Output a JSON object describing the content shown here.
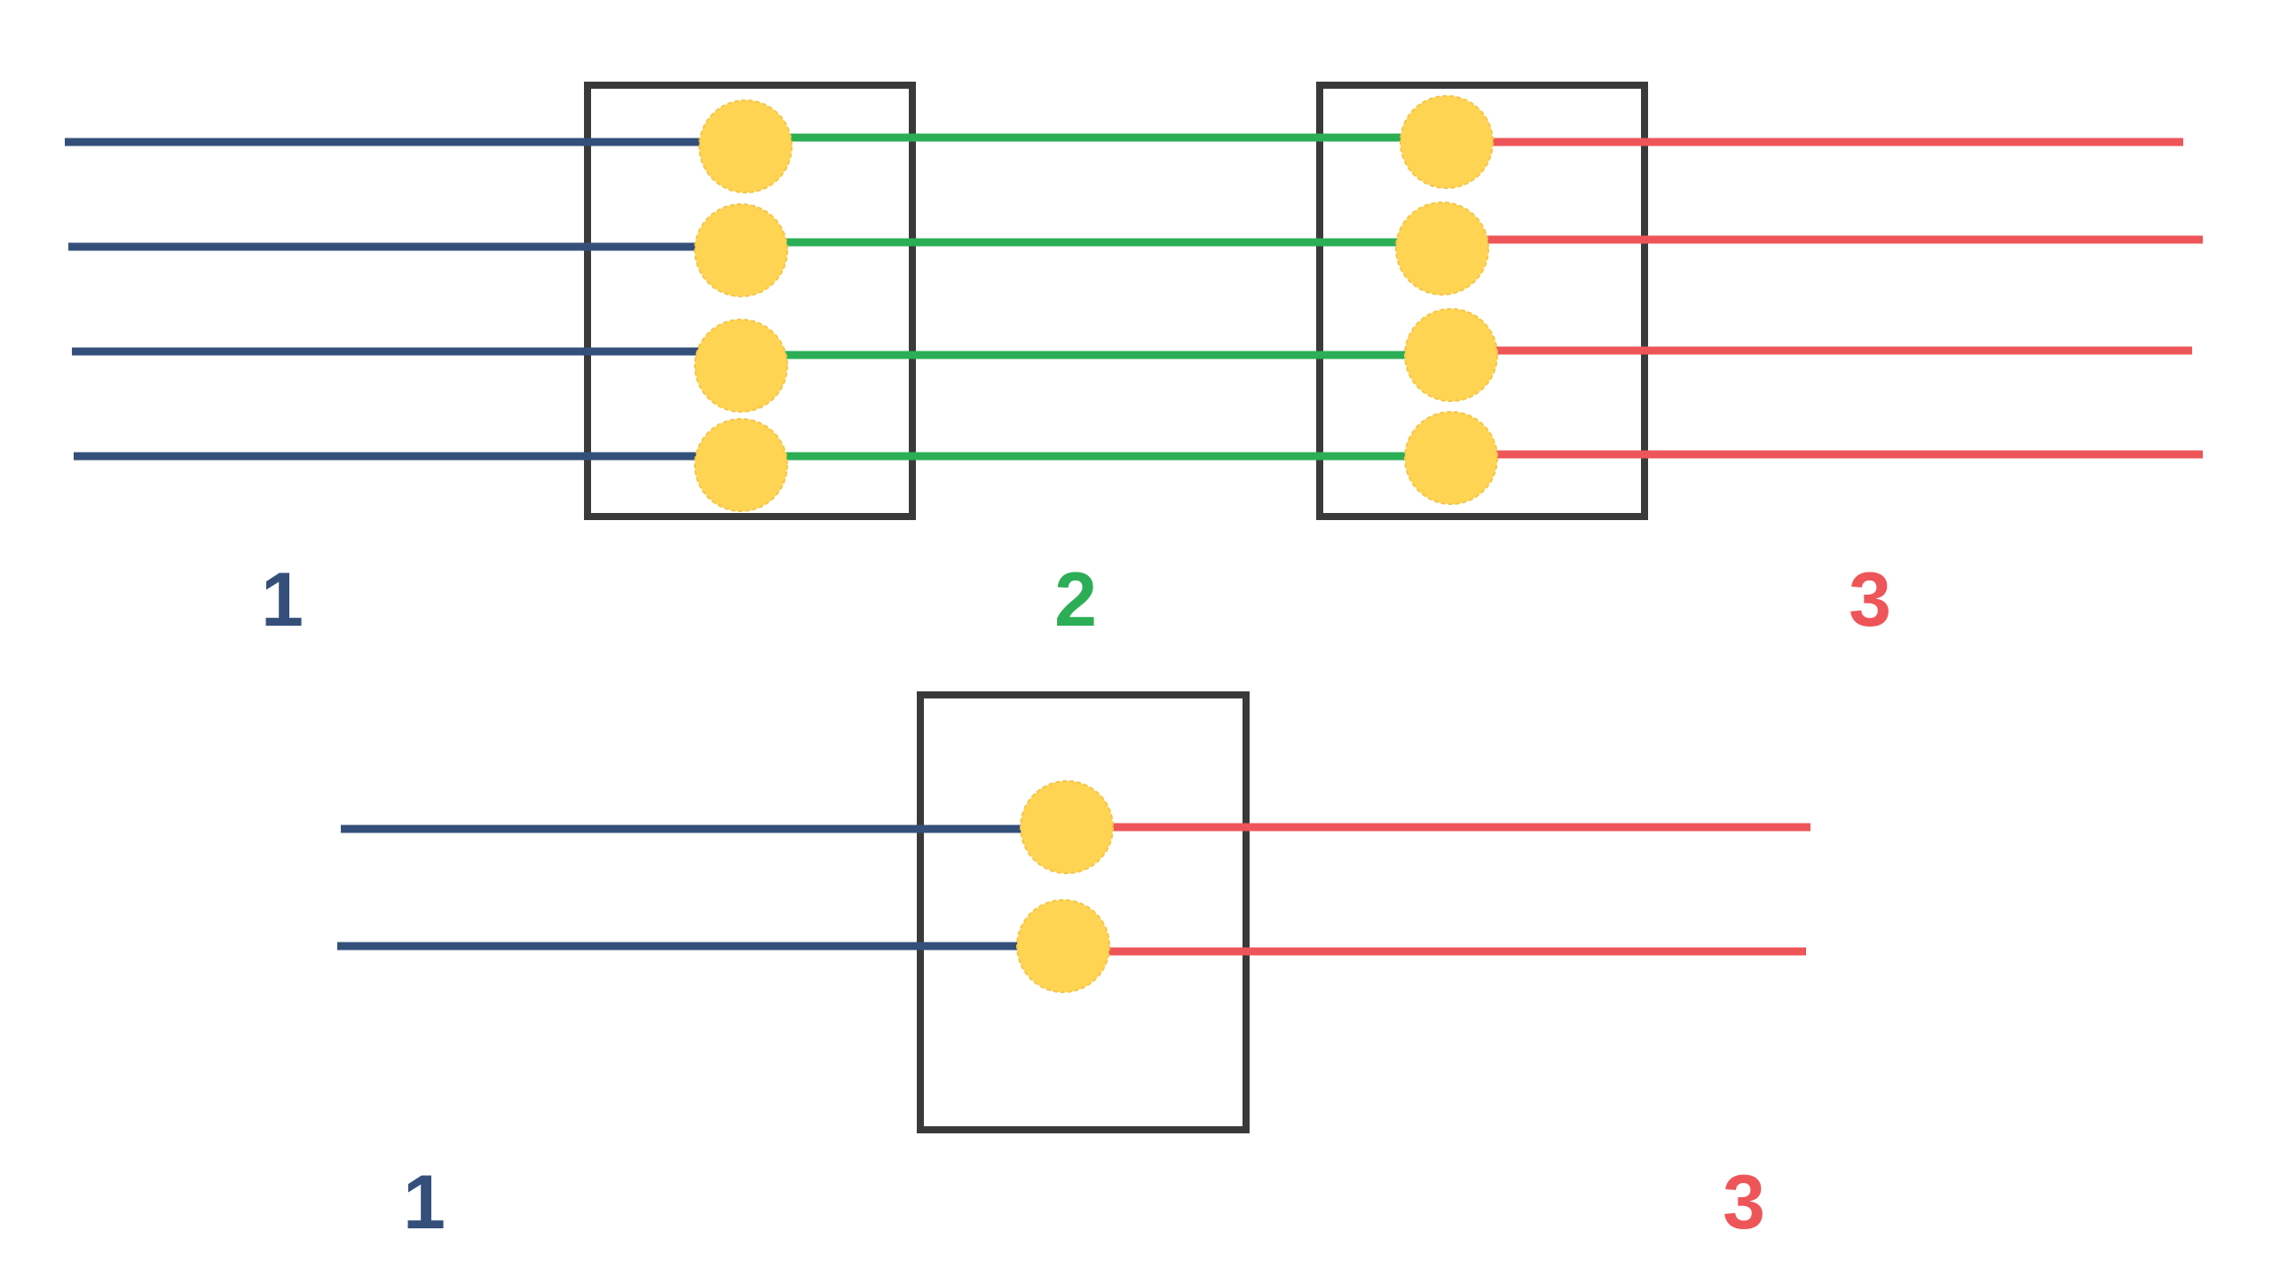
{
  "colors": {
    "blue": "#34507A",
    "green": "#2BAE55",
    "red": "#EE5558",
    "node_fill": "#FFD452",
    "node_outline": "#F3C64A",
    "box": "#3A3A3A",
    "background": "#FFFFFF"
  },
  "top_diagram": {
    "segment_labels": [
      {
        "text": "1",
        "color": "blue"
      },
      {
        "text": "2",
        "color": "green"
      },
      {
        "text": "3",
        "color": "red"
      }
    ],
    "strand_count": 4,
    "junction_boxes": 2
  },
  "bottom_diagram": {
    "segment_labels": [
      {
        "text": "1",
        "color": "blue"
      },
      {
        "text": "3",
        "color": "red"
      }
    ],
    "strand_count": 2,
    "junction_boxes": 1
  }
}
